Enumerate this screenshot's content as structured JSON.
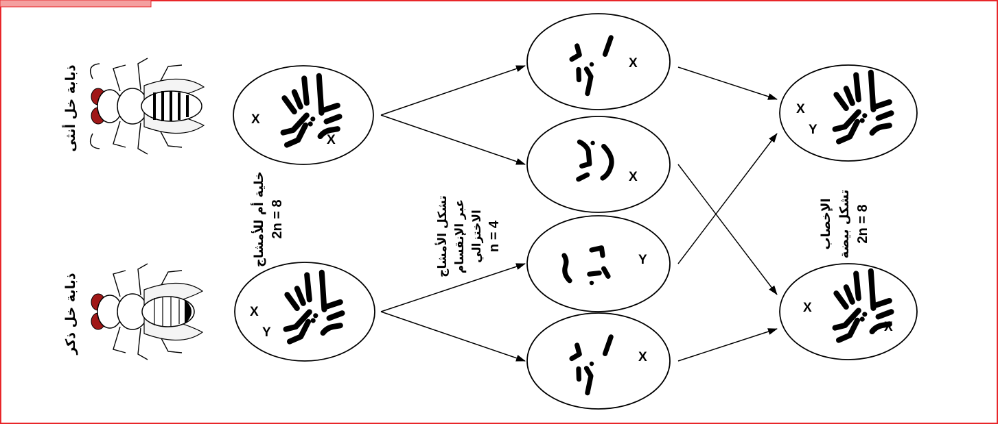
{
  "labels": {
    "female_fly": "ذبابة خل أنثى",
    "male_fly": "ذبابة خل ذكر",
    "mother_cell_line1": "خلية أم للأمشاج",
    "mother_cell_line2": "2n = 8",
    "gamete_line1": "تشكل الأمشاج",
    "gamete_line2": "عبر الإنقسام",
    "gamete_line3": "الاختزالي",
    "gamete_line4": "n = 4",
    "fert_line1": "الإخصاب",
    "fert_line2": "تشكل بيضة",
    "fert_line3": "2n = 8"
  },
  "cells": {
    "female_mother": {
      "chrom_labels": [
        "X",
        "X"
      ]
    },
    "male_mother": {
      "chrom_labels": [
        "X",
        "Y"
      ]
    },
    "gamete_1": {
      "chrom_labels": [
        "X"
      ]
    },
    "gamete_2": {
      "chrom_labels": [
        "X"
      ]
    },
    "gamete_3": {
      "chrom_labels": [
        "Y"
      ]
    },
    "gamete_4": {
      "chrom_labels": [
        "X"
      ]
    },
    "zygote_1": {
      "chrom_labels": [
        "X",
        "Y"
      ]
    },
    "zygote_2": {
      "chrom_labels": [
        "X",
        "X"
      ]
    }
  },
  "colors": {
    "frame": "#e8262a",
    "eye": "#a01818",
    "stroke": "#000000"
  },
  "icons": [
    "fruit-fly-female-icon",
    "fruit-fly-male-icon"
  ]
}
